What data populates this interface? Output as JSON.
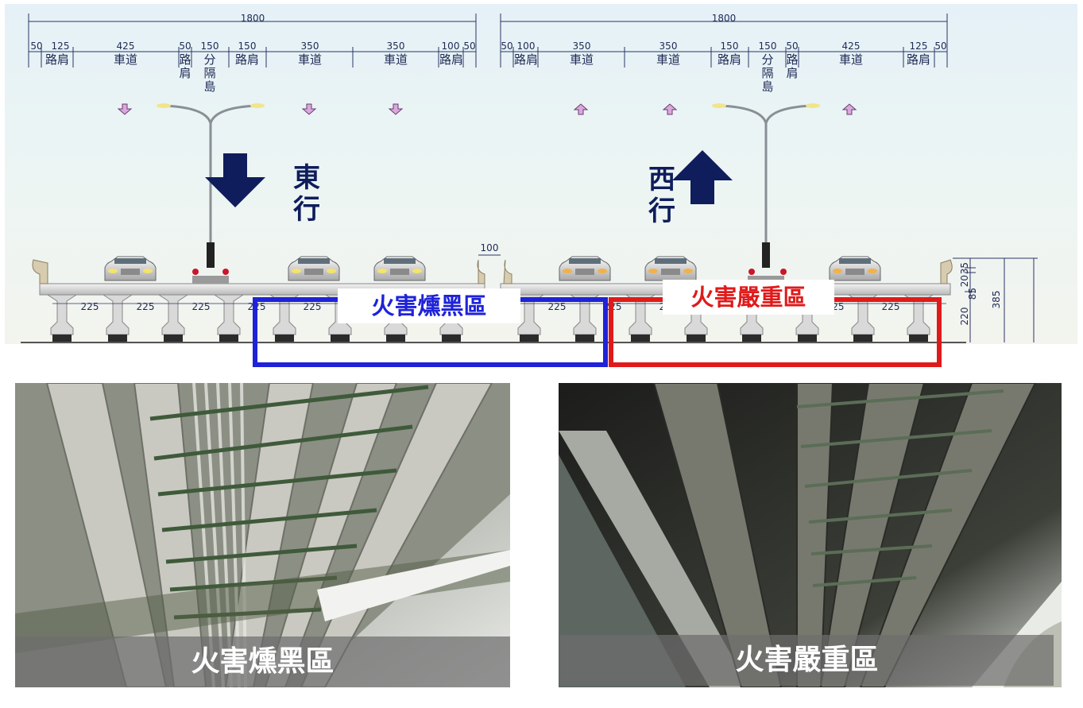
{
  "diagram": {
    "left": {
      "total": "1800",
      "segments": [
        {
          "dim": "50",
          "label": ""
        },
        {
          "dim": "125",
          "label": "路肩"
        },
        {
          "dim": "425",
          "label": "車道"
        },
        {
          "dim": "50",
          "label": "路肩"
        },
        {
          "dim": "150",
          "label": "分隔島"
        },
        {
          "dim": "150",
          "label": "路肩"
        },
        {
          "dim": "350",
          "label": "車道"
        },
        {
          "dim": "350",
          "label": "車道"
        },
        {
          "dim": "100",
          "label": "路肩"
        },
        {
          "dim": "50",
          "label": ""
        }
      ]
    },
    "right": {
      "total": "1800",
      "segments": [
        {
          "dim": "50",
          "label": ""
        },
        {
          "dim": "100",
          "label": "路肩"
        },
        {
          "dim": "350",
          "label": "車道"
        },
        {
          "dim": "350",
          "label": "車道"
        },
        {
          "dim": "150",
          "label": "路肩"
        },
        {
          "dim": "150",
          "label": "分隔島"
        },
        {
          "dim": "50",
          "label": "路肩"
        },
        {
          "dim": "425",
          "label": "車道"
        },
        {
          "dim": "125",
          "label": "路肩"
        },
        {
          "dim": "50",
          "label": ""
        }
      ]
    },
    "direction_east": "東行",
    "direction_west": "西行",
    "gap_dim": "100",
    "girder_spacing": [
      "225",
      "225",
      "225",
      "225",
      "225",
      "225",
      "225",
      "225",
      "225",
      "225",
      "225",
      "225",
      "225",
      "225",
      "225",
      "225"
    ],
    "height_dims": [
      "35",
      "20",
      "85",
      "220",
      "385"
    ],
    "zone_blackened": "火害燻黑區",
    "zone_severe": "火害嚴重區"
  },
  "photos": {
    "left_caption": "火害燻黑區",
    "right_caption": "火害嚴重區"
  },
  "colors": {
    "blue_zone": "#1e22d8",
    "red_zone": "#e01a1a",
    "arrow": "#0f1d5c"
  }
}
